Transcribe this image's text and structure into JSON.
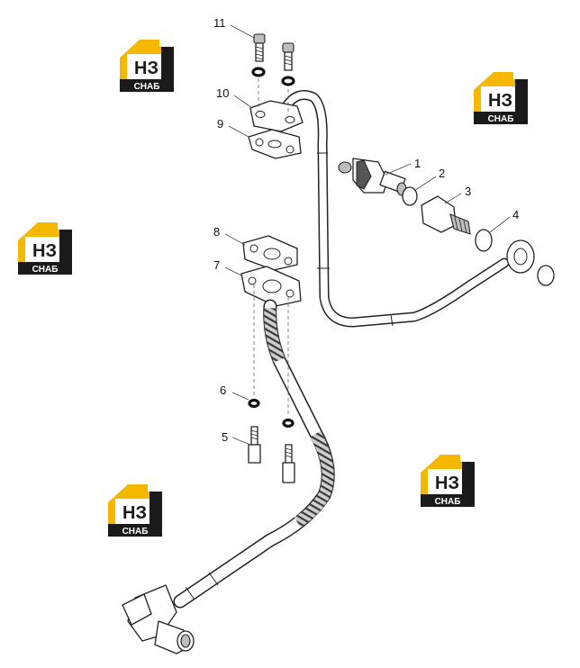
{
  "logo": {
    "mark": "НЗ",
    "caption": "СНАБ",
    "colors": {
      "yellow": "#f5b800",
      "black": "#1a1a1a"
    }
  },
  "callouts": {
    "c1": "1",
    "c2": "2",
    "c3": "3",
    "c4": "4",
    "c5": "5",
    "c6": "6",
    "c7": "7",
    "c8": "8",
    "c9": "9",
    "c10": "10",
    "c11": "11"
  }
}
